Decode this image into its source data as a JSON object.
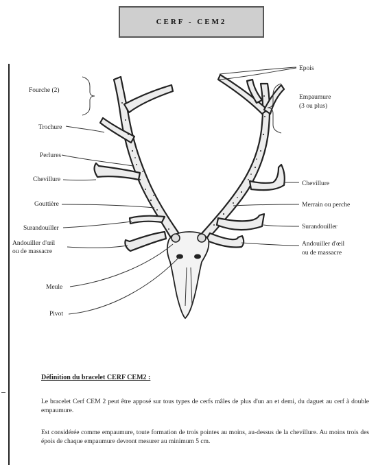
{
  "title": "CERF - CEM2",
  "labels": {
    "fourche": "Fourche (2)",
    "trochure": "Trochure",
    "perlures": "Perlures",
    "chevillure_left": "Chevillure",
    "gouttiere": "Gouttière",
    "surandouiller_left": "Surandouiller",
    "andouiller_left_1": "Andouiller d'œil",
    "andouiller_left_2": "ou de massacre",
    "meule": "Meule",
    "pivot": "Pivot",
    "epois": "Epois",
    "empaumure_1": "Empaumure",
    "empaumure_2": "(3 ou plus)",
    "chevillure_right": "Chevillure",
    "merrain": "Merrain ou perche",
    "surandouiller_right": "Surandouiller",
    "andouiller_right_1": "Andouiller d'œil",
    "andouiller_right_2": "ou de massacre"
  },
  "definition": {
    "heading": "Définition du bracelet CERF CEM2 :",
    "paragraph1": "Le bracelet Cerf CEM 2 peut être apposé sur tous types de cerfs mâles de plus d'un an et demi, du daguet au cerf à double empaumure.",
    "paragraph2": "Est considérée comme empaumure, toute formation de trois pointes au moins, au-dessus de la chevillure. Au moins trois des épois de chaque empaumure devront mesurer au minimum 5 cm."
  }
}
